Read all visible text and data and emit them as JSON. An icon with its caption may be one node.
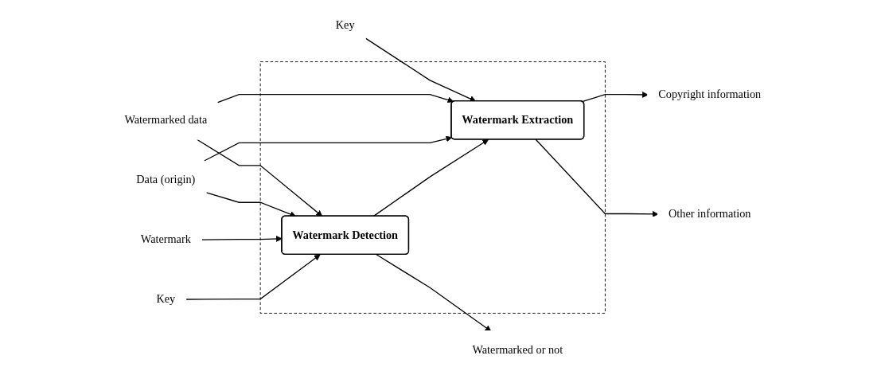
{
  "diagram": {
    "nodes": [
      {
        "text": [],
        "shape": "box"
      },
      {
        "text": [
          "Key"
        ]
      },
      {
        "text": [
          "Watermark"
        ]
      },
      {
        "text": [
          "Data (origin)"
        ]
      },
      {
        "text": [
          "Watermark Detection"
        ],
        "in": 0
      },
      {
        "text": [
          "Watermarked or not"
        ]
      },
      {
        "text": [
          "Watermarked data"
        ]
      },
      {
        "text": [
          "Watermark Extraction"
        ],
        "in": 0
      },
      {
        "text": [
          "Copyright information"
        ]
      },
      {
        "text": [
          "Other information"
        ]
      },
      {
        "text": [
          "Key"
        ]
      }
    ],
    "edges": [
      {
        "from": 1,
        "to": 4,
        "arrow": "to"
      },
      {
        "from": 2,
        "to": 4,
        "arrow": "to"
      },
      {
        "from": 3,
        "to": 4,
        "arrow": "to"
      },
      {
        "from": 4,
        "to": 5,
        "arrow": "to"
      },
      {
        "from": 4,
        "to": 7,
        "arrow": "to"
      },
      {
        "from": 3,
        "to": 7,
        "arrow": "to"
      },
      {
        "from": 6,
        "to": 4,
        "arrow": "to"
      },
      {
        "from": 6,
        "to": 7,
        "arrow": "to"
      },
      {
        "from": 7,
        "to": 8,
        "arrow": "to"
      },
      {
        "from": 7,
        "to": 9,
        "arrow": "to"
      },
      {
        "from": 10,
        "to": 7,
        "arrow": "to"
      }
    ]
  }
}
